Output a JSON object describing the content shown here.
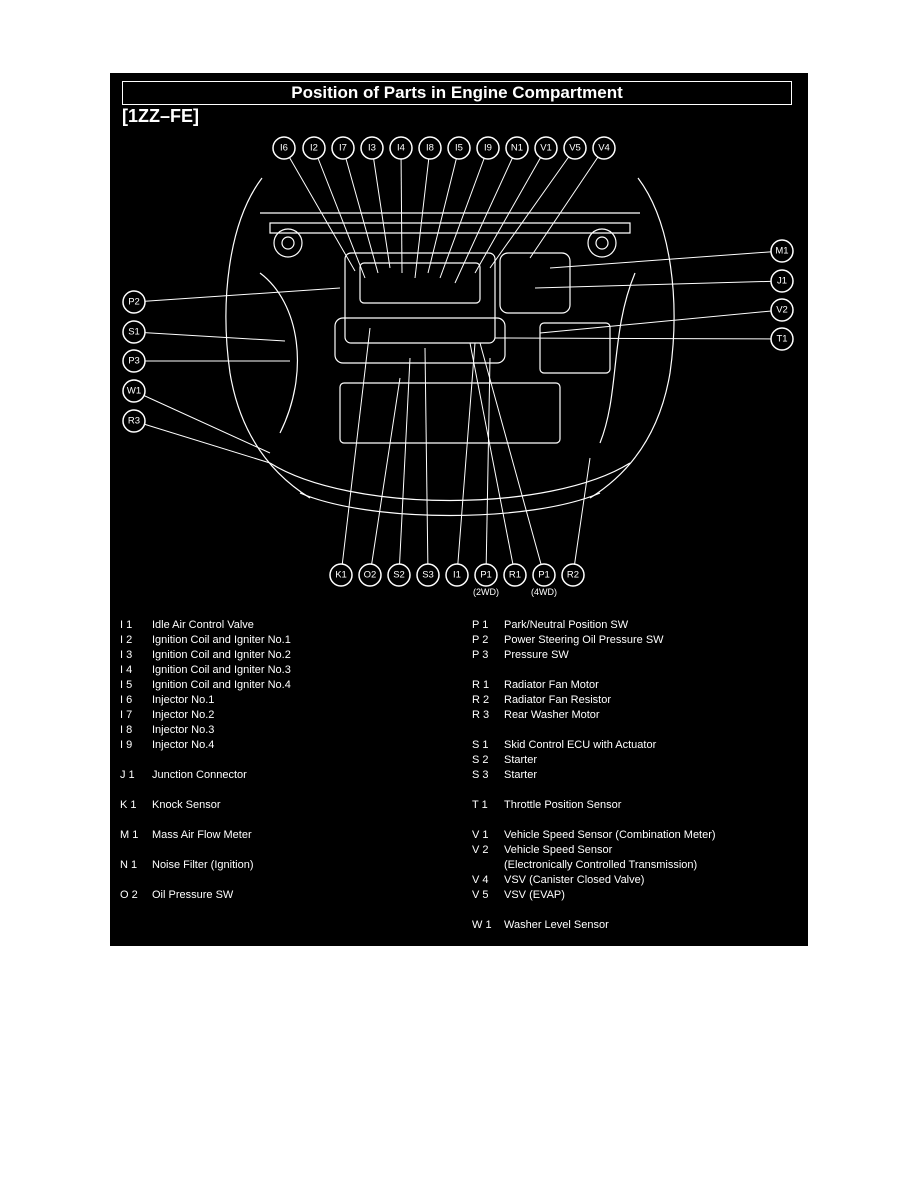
{
  "title": "Position of Parts in Engine Compartment",
  "subtitle": "[1ZZ–FE]",
  "callouts_top": [
    "I6",
    "I2",
    "I7",
    "I3",
    "I4",
    "I8",
    "I5",
    "I9",
    "N1",
    "V1",
    "V5",
    "V4"
  ],
  "callouts_right": [
    "M1",
    "J1",
    "V2",
    "T1"
  ],
  "callouts_left": [
    "P2",
    "S1",
    "P3",
    "W1",
    "R3"
  ],
  "callouts_bottom": [
    "K1",
    "O2",
    "S2",
    "S3",
    "I1",
    "P1",
    "R1",
    "P1",
    "R2"
  ],
  "callout_notes": [
    "(2WD)",
    "(4WD)"
  ],
  "legend_left": [
    {
      "code": "I  1",
      "desc": "Idle Air Control Valve"
    },
    {
      "code": "I  2",
      "desc": "Ignition Coil and Igniter No.1"
    },
    {
      "code": "I  3",
      "desc": "Ignition Coil and Igniter No.2"
    },
    {
      "code": "I  4",
      "desc": "Ignition Coil and Igniter No.3"
    },
    {
      "code": "I  5",
      "desc": "Ignition Coil and Igniter No.4"
    },
    {
      "code": "I  6",
      "desc": "Injector No.1"
    },
    {
      "code": "I  7",
      "desc": "Injector No.2"
    },
    {
      "code": "I  8",
      "desc": "Injector No.3"
    },
    {
      "code": "I  9",
      "desc": "Injector No.4"
    },
    {
      "code": "",
      "desc": ""
    },
    {
      "code": "J  1",
      "desc": "Junction Connector"
    },
    {
      "code": "",
      "desc": ""
    },
    {
      "code": "K  1",
      "desc": "Knock Sensor"
    },
    {
      "code": "",
      "desc": ""
    },
    {
      "code": "M  1",
      "desc": "Mass Air Flow Meter"
    },
    {
      "code": "",
      "desc": ""
    },
    {
      "code": "N  1",
      "desc": "Noise Filter (Ignition)"
    },
    {
      "code": "",
      "desc": ""
    },
    {
      "code": "O  2",
      "desc": "Oil Pressure SW"
    }
  ],
  "legend_right": [
    {
      "code": "P  1",
      "desc": "Park/Neutral Position SW"
    },
    {
      "code": "P  2",
      "desc": "Power Steering Oil Pressure SW"
    },
    {
      "code": "P  3",
      "desc": "Pressure SW"
    },
    {
      "code": "",
      "desc": ""
    },
    {
      "code": "R  1",
      "desc": "Radiator Fan Motor"
    },
    {
      "code": "R  2",
      "desc": "Radiator Fan Resistor"
    },
    {
      "code": "R  3",
      "desc": "Rear Washer Motor"
    },
    {
      "code": "",
      "desc": ""
    },
    {
      "code": "S  1",
      "desc": "Skid Control ECU with Actuator"
    },
    {
      "code": "S  2",
      "desc": "Starter"
    },
    {
      "code": "S  3",
      "desc": "Starter"
    },
    {
      "code": "",
      "desc": ""
    },
    {
      "code": "T  1",
      "desc": "Throttle Position Sensor"
    },
    {
      "code": "",
      "desc": ""
    },
    {
      "code": "V  1",
      "desc": "Vehicle Speed Sensor (Combination Meter)"
    },
    {
      "code": "V  2",
      "desc": "Vehicle Speed Sensor"
    },
    {
      "code": "",
      "desc": "(Electronically Controlled Transmission)"
    },
    {
      "code": "V  4",
      "desc": "VSV (Canister Closed Valve)"
    },
    {
      "code": "V  5",
      "desc": "VSV (EVAP)"
    },
    {
      "code": "",
      "desc": ""
    },
    {
      "code": "W  1",
      "desc": "Washer Level Sensor"
    }
  ],
  "colors": {
    "background": "#000000",
    "foreground": "#ffffff",
    "page": "#ffffff"
  }
}
